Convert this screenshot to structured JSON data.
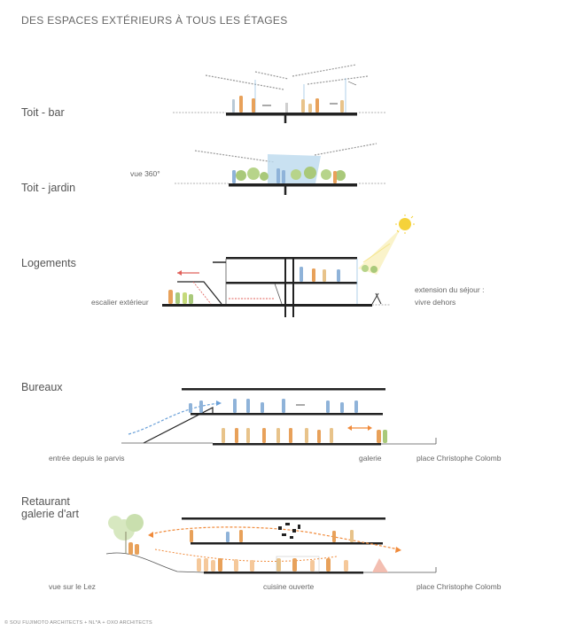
{
  "title": "DES ESPACES EXTÉRIEURS À TOUS LES ÉTAGES",
  "sections": [
    {
      "label": "Toit - bar"
    },
    {
      "label": "Toit - jardin"
    },
    {
      "label": "Logements"
    },
    {
      "label": "Bureaux"
    },
    {
      "label_line1": "Retaurant",
      "label_line2": "galerie d'art"
    }
  ],
  "annotations": {
    "vue_360": "vue 360°",
    "escalier": "escalier extérieur",
    "extension_line1": "extension du séjour :",
    "extension_line2": "vivre dehors",
    "entree": "entrée depuis le parvis",
    "galerie": "galerie",
    "place_bureaux": "place Christophe Colomb",
    "vue_lez": "vue sur le Lez",
    "cuisine": "cuisine ouverte",
    "place_restaurant": "place Christophe Colomb"
  },
  "credit": "© SOU FUJIMOTO ARCHITECTS + NL*A + OXO ARCHITECTS",
  "colors": {
    "figure_orange": "#e8a15a",
    "figure_blue": "#8fb3d9",
    "figure_green": "#a9c97a",
    "arrow_red": "#e0605a",
    "arrow_orange": "#f08a3a",
    "arrow_blue": "#6aa0d8",
    "sun_yellow": "#f5d23a",
    "glass_blue": "#bcd9ee"
  }
}
